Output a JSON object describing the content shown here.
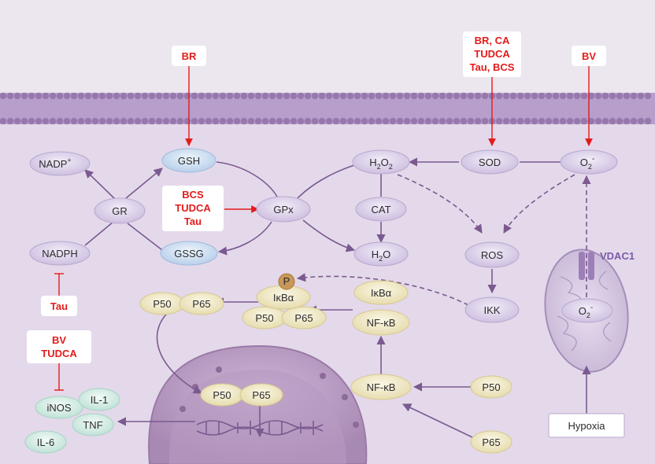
{
  "colors": {
    "background": "#ece6ef",
    "cytoplasm": "#e4d9ea",
    "membrane": "#9d7fb2",
    "arrow": "#7a5a90",
    "inhibitor": "#e31b1b",
    "node_purple": "#dcd2ea",
    "node_blue": "#cfe0f2",
    "node_yellow": "#f3eccb",
    "node_green": "#d9efe9"
  },
  "icons": {
    "channel": "vdac1-channel-icon",
    "phosphate": "phosphate-badge-icon",
    "nucleus": "nucleus-icon",
    "mitochondrion": "mitochondrion-icon",
    "dna": "dna-strand-icon"
  },
  "agents": {
    "br": "BR",
    "sod_drugs": [
      "BR, CA",
      "TUDCA",
      "Tau, BCS"
    ],
    "bv": "BV",
    "gpx_drugs": [
      "BCS",
      "TUDCA",
      "Tau"
    ],
    "tau": "Tau",
    "inos_drugs": [
      "BV",
      "TUDCA"
    ]
  },
  "nodes": {
    "nadp": "NADP",
    "nadp_sup": "+",
    "gsh": "GSH",
    "gr": "GR",
    "gpx": "GPx",
    "nadph": "NADPH",
    "gssg": "GSSG",
    "h2o2": "H",
    "h2o2_sub": "2",
    "h2o2_mid": "O",
    "h2o2_sub2": "2",
    "cat": "CAT",
    "h2o": "H",
    "h2o_sub": "2",
    "h2o_end": "O",
    "sod": "SOD",
    "o2_top": "O",
    "o2_top_sub": "2",
    "o2_top_sup": "-",
    "ros": "ROS",
    "ikk": "IKK",
    "p": "P",
    "ikba_free": "IκBα",
    "p50_free": "P50",
    "p65_free": "P65",
    "ikba_complex": "IκBα",
    "p50_complex": "P50",
    "p65_complex": "P65",
    "ikba_bound": "IκBα",
    "nfkb_bound": "NF-κB",
    "nfkb": "NF-κB",
    "p50_input": "P50",
    "p65_input": "P65",
    "p50_nuc": "P50",
    "p65_nuc": "P65",
    "inos": "iNOS",
    "il1": "IL-1",
    "tnf": "TNF",
    "il6": "IL-6",
    "o2_mito": "O",
    "o2_mito_sub": "2",
    "o2_mito_sup": "-",
    "vdac1": "VDAC1",
    "hypoxia": "Hypoxia"
  }
}
